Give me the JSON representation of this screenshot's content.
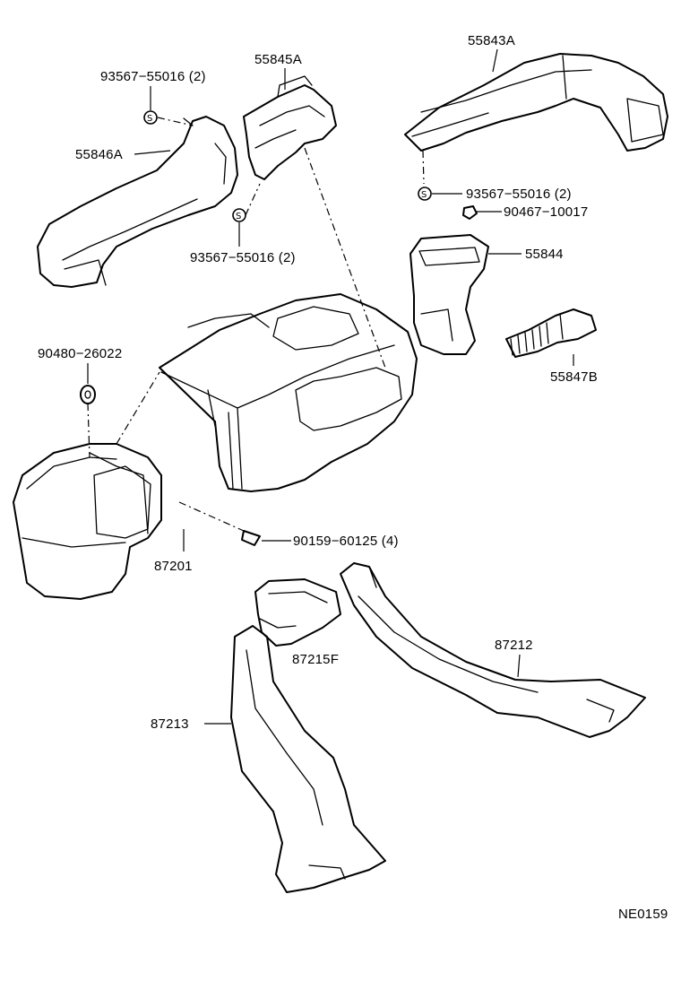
{
  "diagram": {
    "drawing_code": "NE0159",
    "parts": {
      "p55843A": "55843A",
      "p93567_upper_left": "93567−55016 (2)",
      "p55845A": "55845A",
      "p55846A": "55846A",
      "p93567_right": "93567−55016 (2)",
      "p90467": "90467−10017",
      "p93567_lower_left": "93567−55016 (2)",
      "p55844": "55844",
      "p90480": "90480−26022",
      "p55847B": "55847B",
      "p90159": "90159−60125 (4)",
      "p87201": "87201",
      "p87212": "87212",
      "p87215F": "87215F",
      "p87213": "87213"
    },
    "clip_symbol": "S"
  }
}
